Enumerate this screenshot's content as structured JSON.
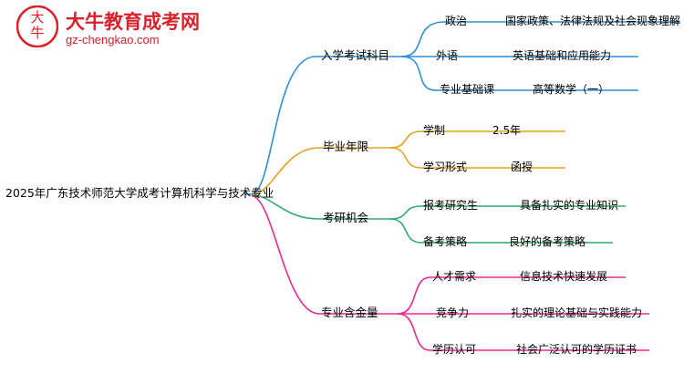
{
  "watermark": {
    "mark_name": "daniu-logo-icon",
    "mark_char": "大牛",
    "title": "大牛教育成考网",
    "subtitle": "gz-chengkao.com",
    "color": "#d9212c"
  },
  "mindmap": {
    "root": "2025年广东技术师范大学成考计算机科学与技术专业",
    "branches": [
      {
        "label": "入学考试科目",
        "color": "#2f8fd8",
        "leaves": [
          {
            "label": "政治",
            "desc": "国家政策、法律法规及社会现象理解"
          },
          {
            "label": "外语",
            "desc": "英语基础和应用能力"
          },
          {
            "label": "专业基础课",
            "desc": "高等数学（一）"
          }
        ]
      },
      {
        "label": "毕业年限",
        "color": "#e5a020",
        "leaves": [
          {
            "label": "学制",
            "desc": "2.5年"
          },
          {
            "label": "学习形式",
            "desc": "函授"
          }
        ]
      },
      {
        "label": "考研机会",
        "color": "#2faa6e",
        "leaves": [
          {
            "label": "报考研究生",
            "desc": "具备扎实的专业知识"
          },
          {
            "label": "备考策略",
            "desc": "良好的备考策略"
          }
        ]
      },
      {
        "label": "专业含金量",
        "color": "#e82a8a",
        "leaves": [
          {
            "label": "人才需求",
            "desc": "信息技术快速发展"
          },
          {
            "label": "竞争力",
            "desc": "扎实的理论基础与实践能力"
          },
          {
            "label": "学历认可",
            "desc": "社会广泛认可的学历证书"
          }
        ]
      }
    ]
  }
}
